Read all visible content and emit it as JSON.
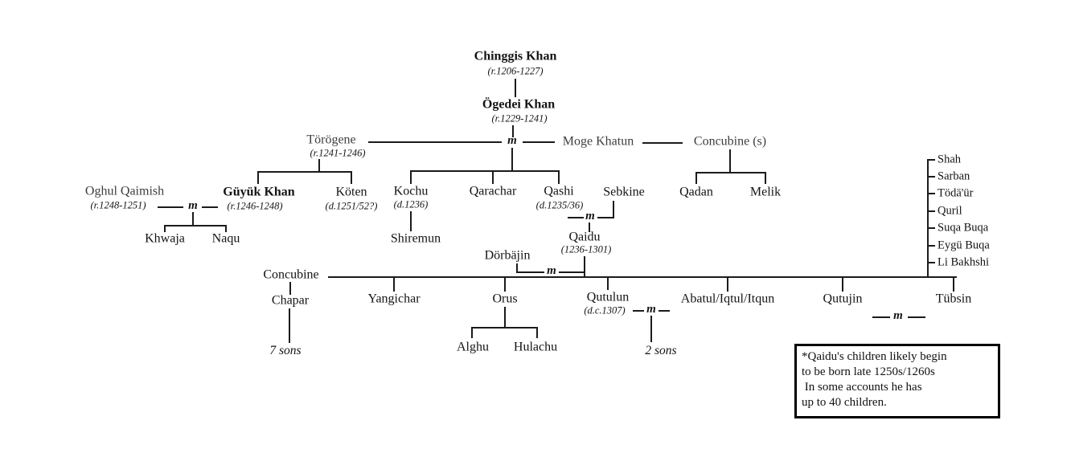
{
  "colors": {
    "ink": "#141414",
    "line": "#1b1b1b",
    "background": "#ffffff"
  },
  "symbols": {
    "m": "m"
  },
  "people": {
    "chinggis": {
      "name": "Chinggis Khan",
      "dates": "(r.1206-1227)"
    },
    "ogedei": {
      "name": "Ögedei Khan",
      "dates": "(r.1229-1241)"
    },
    "torogene": {
      "name": "Törögene",
      "dates": "(r.1241-1246)"
    },
    "moge_khatun": {
      "name": "Moge Khatun"
    },
    "concubines": {
      "name": "Concubine (s)"
    },
    "oghul_qaimish": {
      "name": "Oghul Qaimish",
      "dates": "(r.1248-1251)"
    },
    "guyuk": {
      "name": "Güyük Khan",
      "dates": "(r.1246-1248)"
    },
    "koten": {
      "name": "Köten",
      "dates": "(d.1251/52?)"
    },
    "khwaja": {
      "name": "Khwaja"
    },
    "naqu": {
      "name": "Naqu"
    },
    "kochu": {
      "name": "Kochu",
      "dates": "(d.1236)"
    },
    "qarachar": {
      "name": "Qarachar"
    },
    "qashi": {
      "name": "Qashi",
      "dates": "(d.1235/36)"
    },
    "sebkine": {
      "name": "Sebkine"
    },
    "shiremun": {
      "name": "Shiremun"
    },
    "qadan": {
      "name": "Qadan"
    },
    "melik": {
      "name": "Melik"
    },
    "qaidu": {
      "name": "Qaidu",
      "dates": "(1236-1301)"
    },
    "dorbajin": {
      "name": "Dörbäjin"
    },
    "concubine": {
      "name": "Concubine"
    },
    "chapar": {
      "name": "Chapar"
    },
    "seven_sons": {
      "name": "7 sons"
    },
    "yangichar": {
      "name": "Yangichar"
    },
    "orus": {
      "name": "Orus"
    },
    "alghu": {
      "name": "Alghu"
    },
    "hulachu": {
      "name": "Hulachu"
    },
    "qutulun": {
      "name": "Qutulun",
      "dates": "(d.c.1307)"
    },
    "two_sons": {
      "name": "2 sons"
    },
    "abatul": {
      "name": "Abatul/Iqtul/Itqun"
    },
    "qutujin": {
      "name": "Qutujin"
    },
    "tubsin": {
      "name": "Tübsin"
    },
    "shah": {
      "name": "Shah"
    },
    "sarban": {
      "name": "Sarban"
    },
    "todaur": {
      "name": "Tödä'ür"
    },
    "quril": {
      "name": "Quril"
    },
    "suqa_buqa": {
      "name": "Suqa Buqa"
    },
    "eygu_buqa": {
      "name": "Eygü Buqa"
    },
    "li_bakhshi": {
      "name": "Li Bakhshi"
    }
  },
  "note": {
    "line1": "*Qaidu's children likely begin",
    "line2": "to be born late 1250s/1260s",
    "line3": " In some accounts he has",
    "line4": "up to 40 children."
  }
}
